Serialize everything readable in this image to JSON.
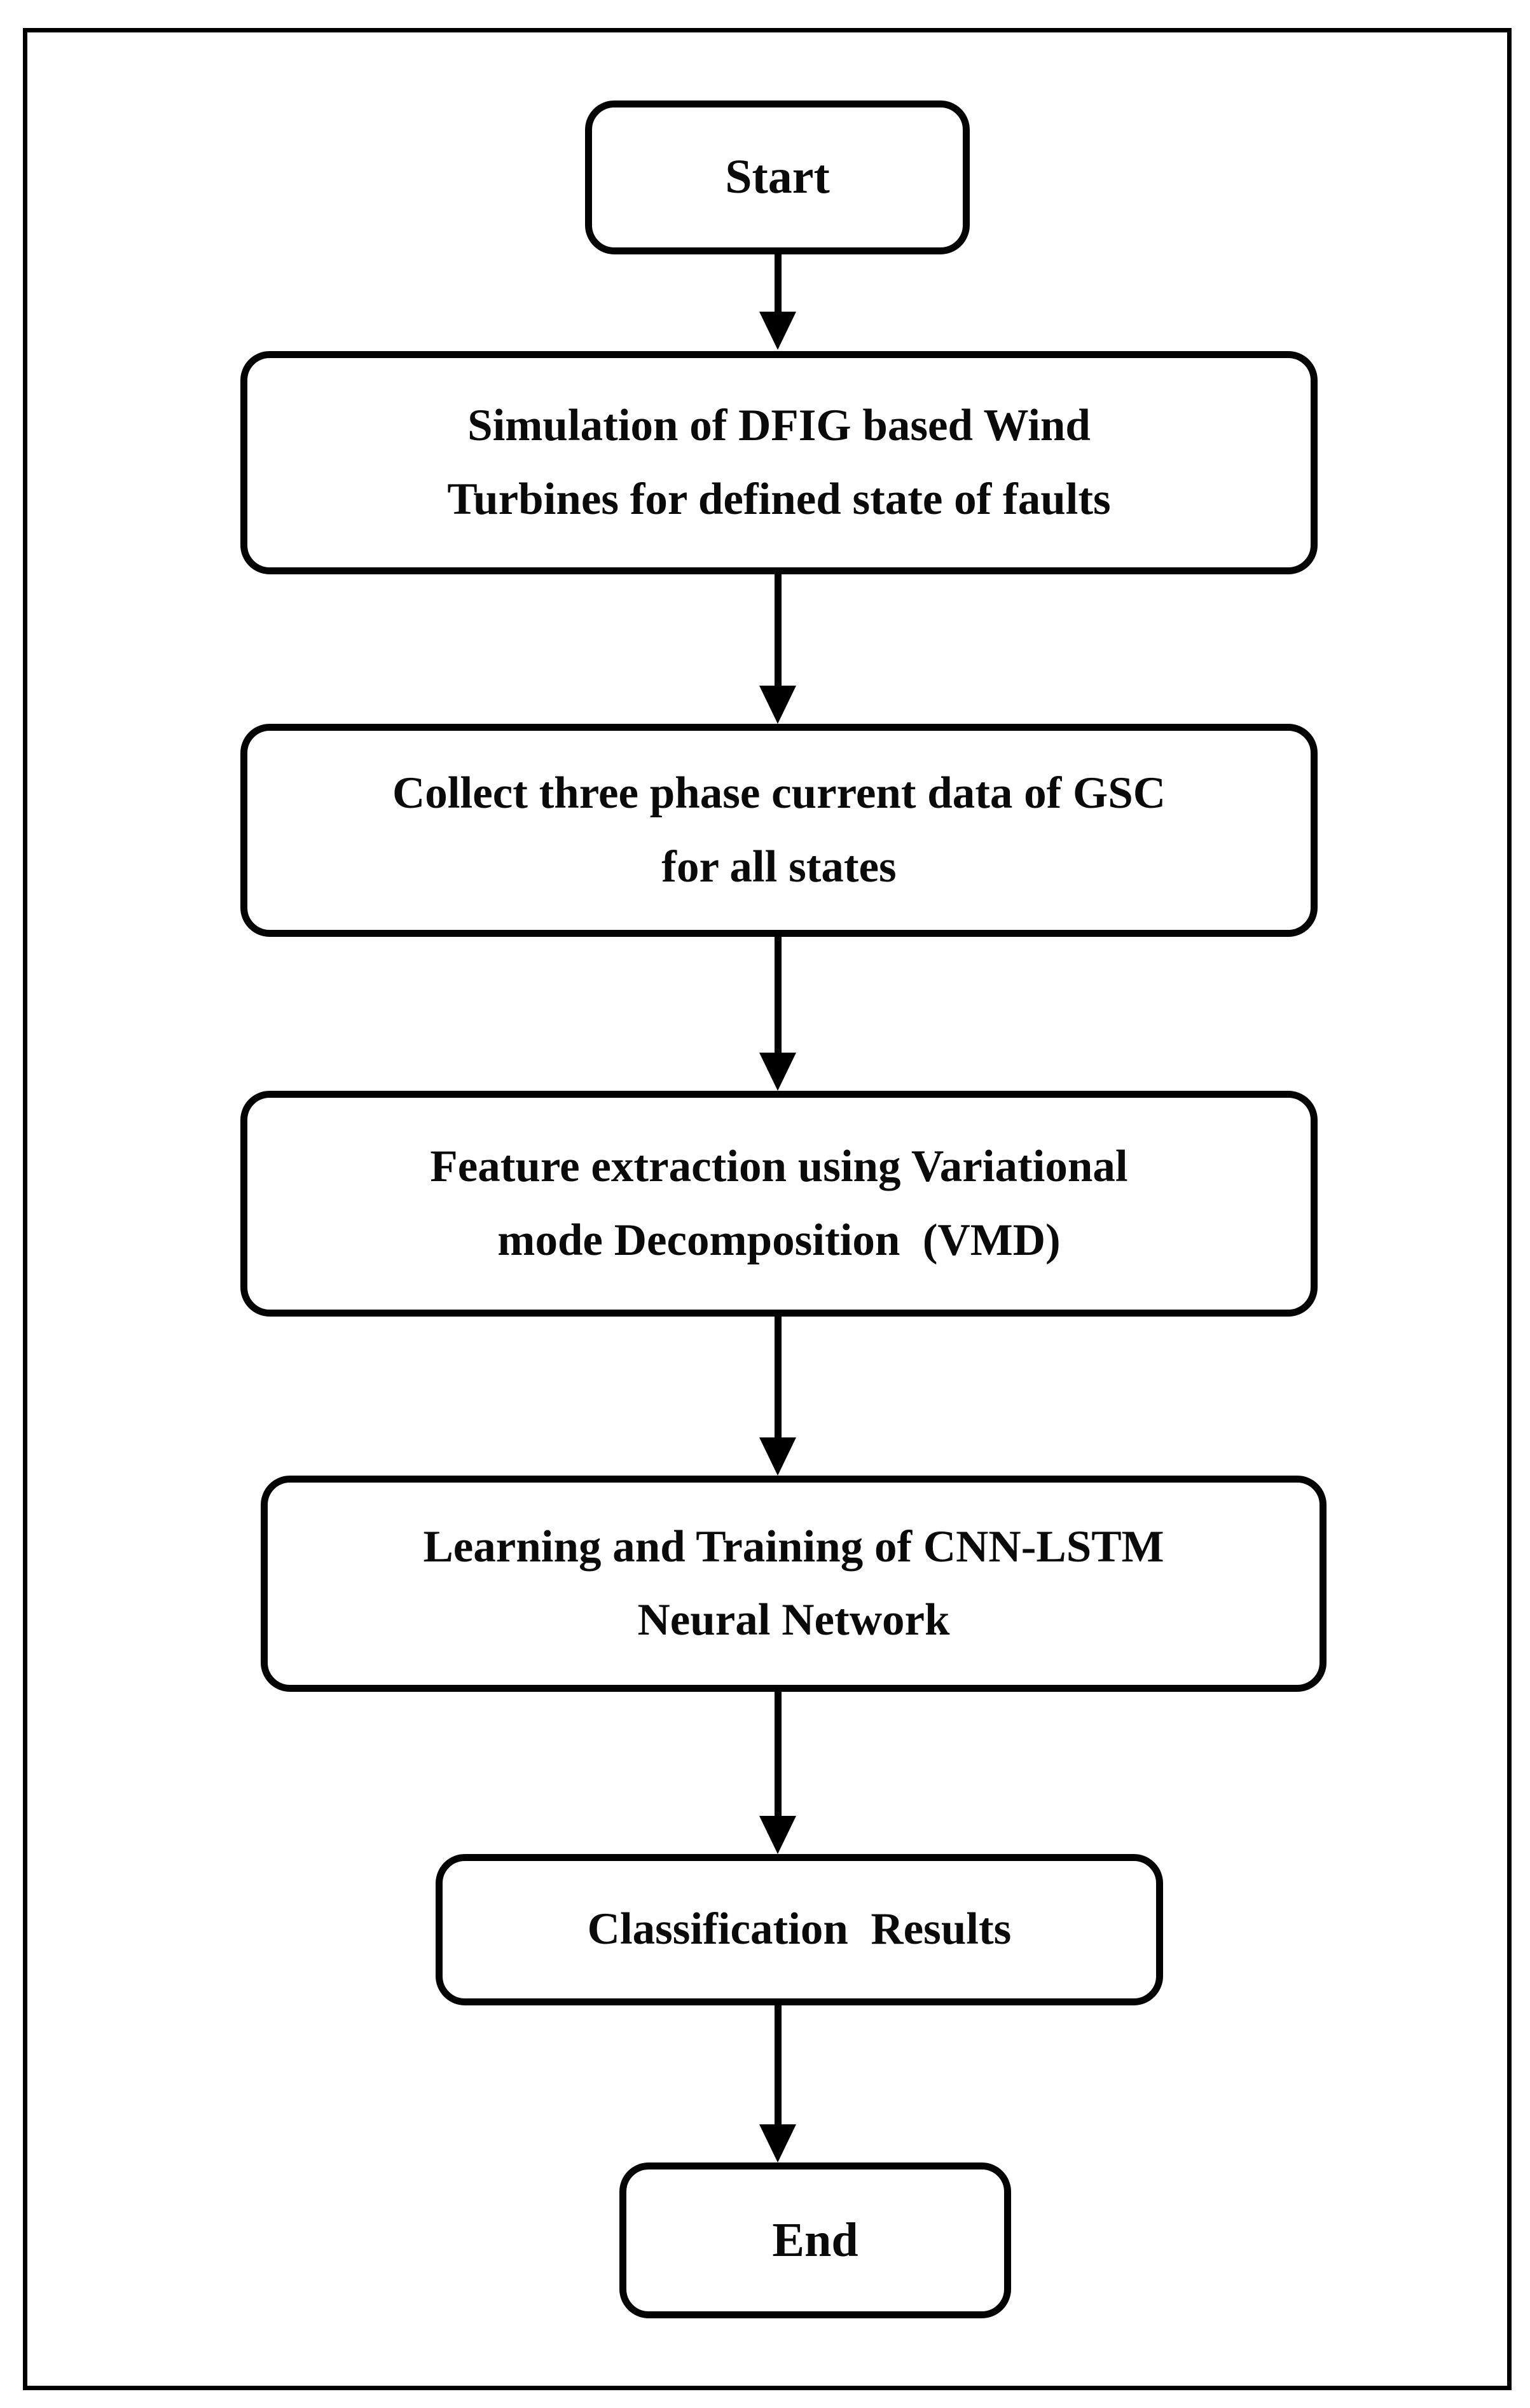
{
  "page": {
    "background_color": "#ffffff",
    "frame_border_color": "#000000"
  },
  "diagram": {
    "type": "flowchart",
    "direction": "top-down",
    "stroke_color": "#000000",
    "node_fill_color": "#ffffff",
    "text_color": "#0a0a0a",
    "nodes": [
      {
        "id": "start",
        "shape": "rounded-rectangle",
        "lines": [
          "Start"
        ]
      },
      {
        "id": "simulate",
        "shape": "rounded-rectangle",
        "lines": [
          "Simulation of DFIG based Wind",
          "Turbines for defined state of faults"
        ]
      },
      {
        "id": "collect",
        "shape": "rounded-rectangle",
        "lines": [
          "Collect three phase current data of GSC",
          "for all states"
        ]
      },
      {
        "id": "vmd",
        "shape": "rounded-rectangle",
        "lines": [
          "Feature extraction using Variational",
          "mode Decomposition  (VMD)"
        ]
      },
      {
        "id": "cnn_lstm",
        "shape": "rounded-rectangle",
        "lines": [
          "Learning and Training of CNN-LSTM",
          "Neural Network"
        ]
      },
      {
        "id": "results",
        "shape": "rounded-rectangle",
        "lines": [
          "Classification  Results"
        ]
      },
      {
        "id": "end",
        "shape": "rounded-rectangle",
        "lines": [
          "End"
        ]
      }
    ],
    "edges": [
      {
        "from": "start",
        "to": "simulate",
        "style": "arrow-down"
      },
      {
        "from": "simulate",
        "to": "collect",
        "style": "arrow-down"
      },
      {
        "from": "collect",
        "to": "vmd",
        "style": "arrow-down"
      },
      {
        "from": "vmd",
        "to": "cnn_lstm",
        "style": "arrow-down"
      },
      {
        "from": "cnn_lstm",
        "to": "results",
        "style": "arrow-down"
      },
      {
        "from": "results",
        "to": "end",
        "style": "arrow-down"
      }
    ]
  }
}
